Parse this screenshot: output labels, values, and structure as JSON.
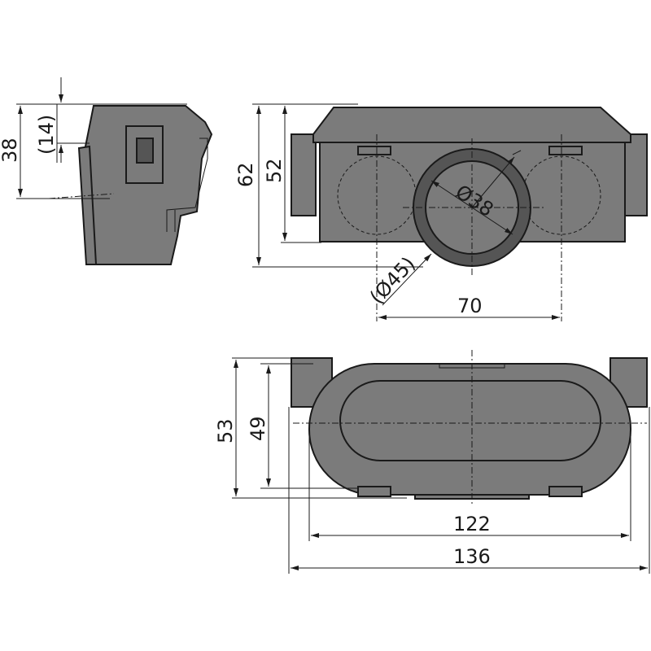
{
  "dimensions": {
    "side_height": "38",
    "side_offset": "(14)",
    "front_total_height": "62",
    "front_body_height": "52",
    "outlet_diameter": "Ø38",
    "outer_diameter": "(Ø45)",
    "inlet_spacing": "70",
    "top_depth_outer": "53",
    "top_depth_inner": "49",
    "width_inner": "122",
    "width_total": "136"
  },
  "colors": {
    "body": "#7b7b7b",
    "ring": "#555555",
    "line": "#1a1a1a"
  }
}
